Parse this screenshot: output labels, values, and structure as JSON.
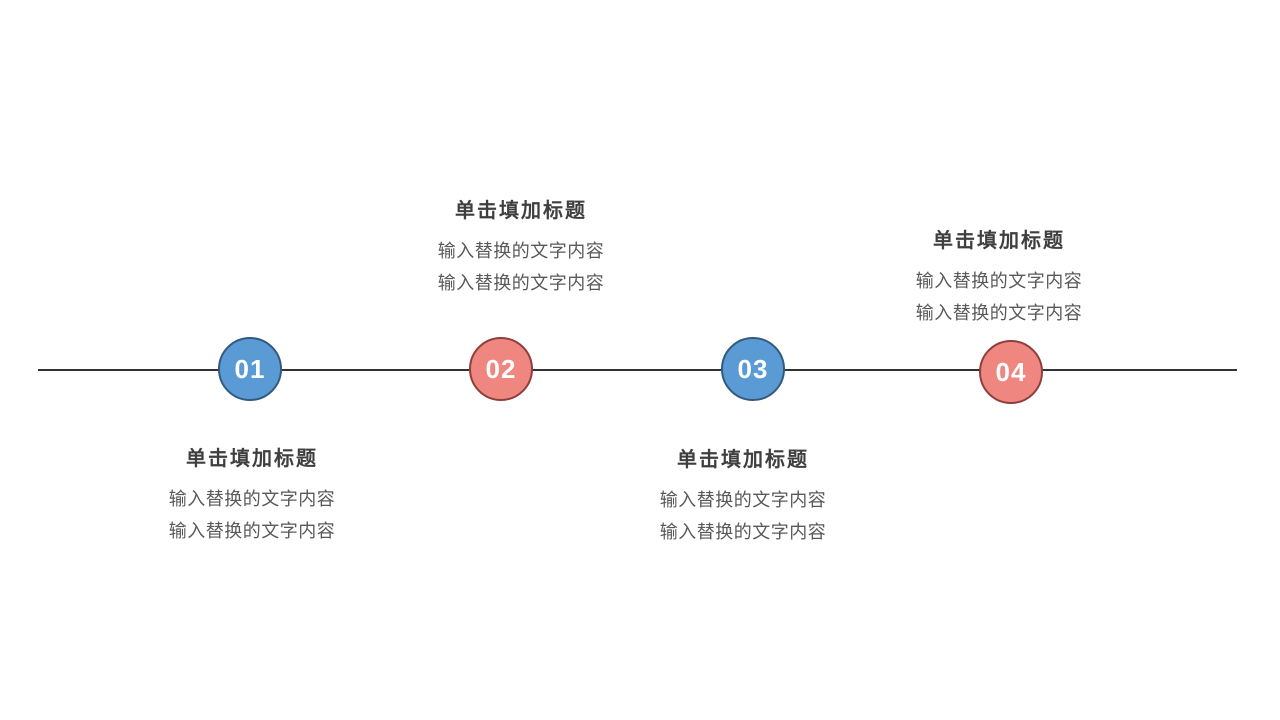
{
  "slide": {
    "background": "#ffffff",
    "line_color": "#333333"
  },
  "colors": {
    "blue_fill": "#5B9BD5",
    "blue_border": "#325A7E",
    "red_fill": "#EF867F",
    "red_border": "#8C3F3B",
    "title_text": "#3F3F3F",
    "body_text": "#595959",
    "number_text": "#FFFFFF"
  },
  "timeline": {
    "items": [
      {
        "number": "01",
        "fill": "#5B9BD5",
        "border": "#325A7E",
        "title": "单击填加标题",
        "body": [
          "输入替换的文字内容",
          "输入替换的文字内容"
        ]
      },
      {
        "number": "02",
        "fill": "#EF867F",
        "border": "#8C3F3B",
        "title": "单击填加标题",
        "body": [
          "输入替换的文字内容",
          "输入替换的文字内容"
        ]
      },
      {
        "number": "03",
        "fill": "#5B9BD5",
        "border": "#325A7E",
        "title": "单击填加标题",
        "body": [
          "输入替换的文字内容",
          "输入替换的文字内容"
        ]
      },
      {
        "number": "04",
        "fill": "#EF867F",
        "border": "#8C3F3B",
        "title": "单击填加标题",
        "body": [
          "输入替换的文字内容",
          "输入替换的文字内容"
        ]
      }
    ]
  }
}
